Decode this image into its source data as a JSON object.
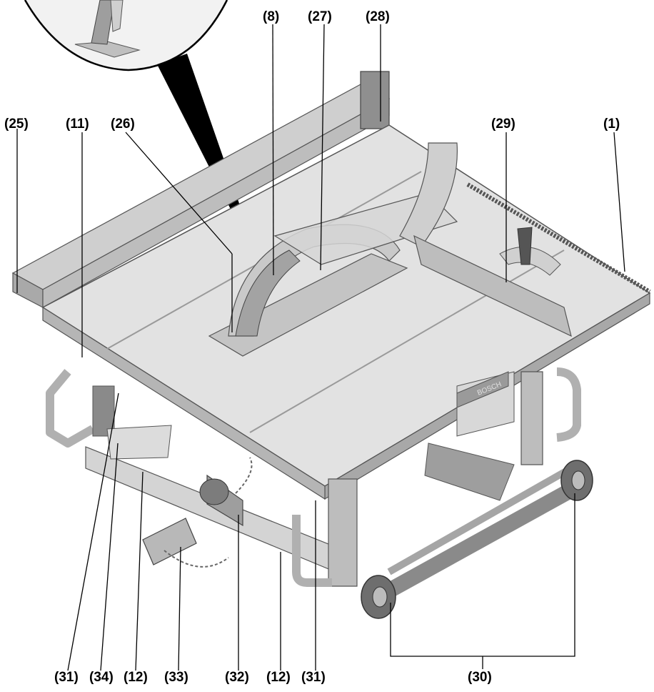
{
  "callouts": {
    "c8": "(8)",
    "c27": "(27)",
    "c28": "(28)",
    "c25": "(25)",
    "c11": "(11)",
    "c26": "(26)",
    "c29": "(29)",
    "c1": "(1)",
    "c31_left": "(31)",
    "c34": "(34)",
    "c12_left": "(12)",
    "c33": "(33)",
    "c32": "(32)",
    "c12_right": "(12)",
    "c31_right": "(31)",
    "c30": "(30)"
  },
  "brand_mark": "BOSCH",
  "colors": {
    "ink": "#000000",
    "metal": "#bdbdbd",
    "shade": "#8c8c8c",
    "light": "#e6e6e6",
    "table": "#d9d9d9"
  }
}
